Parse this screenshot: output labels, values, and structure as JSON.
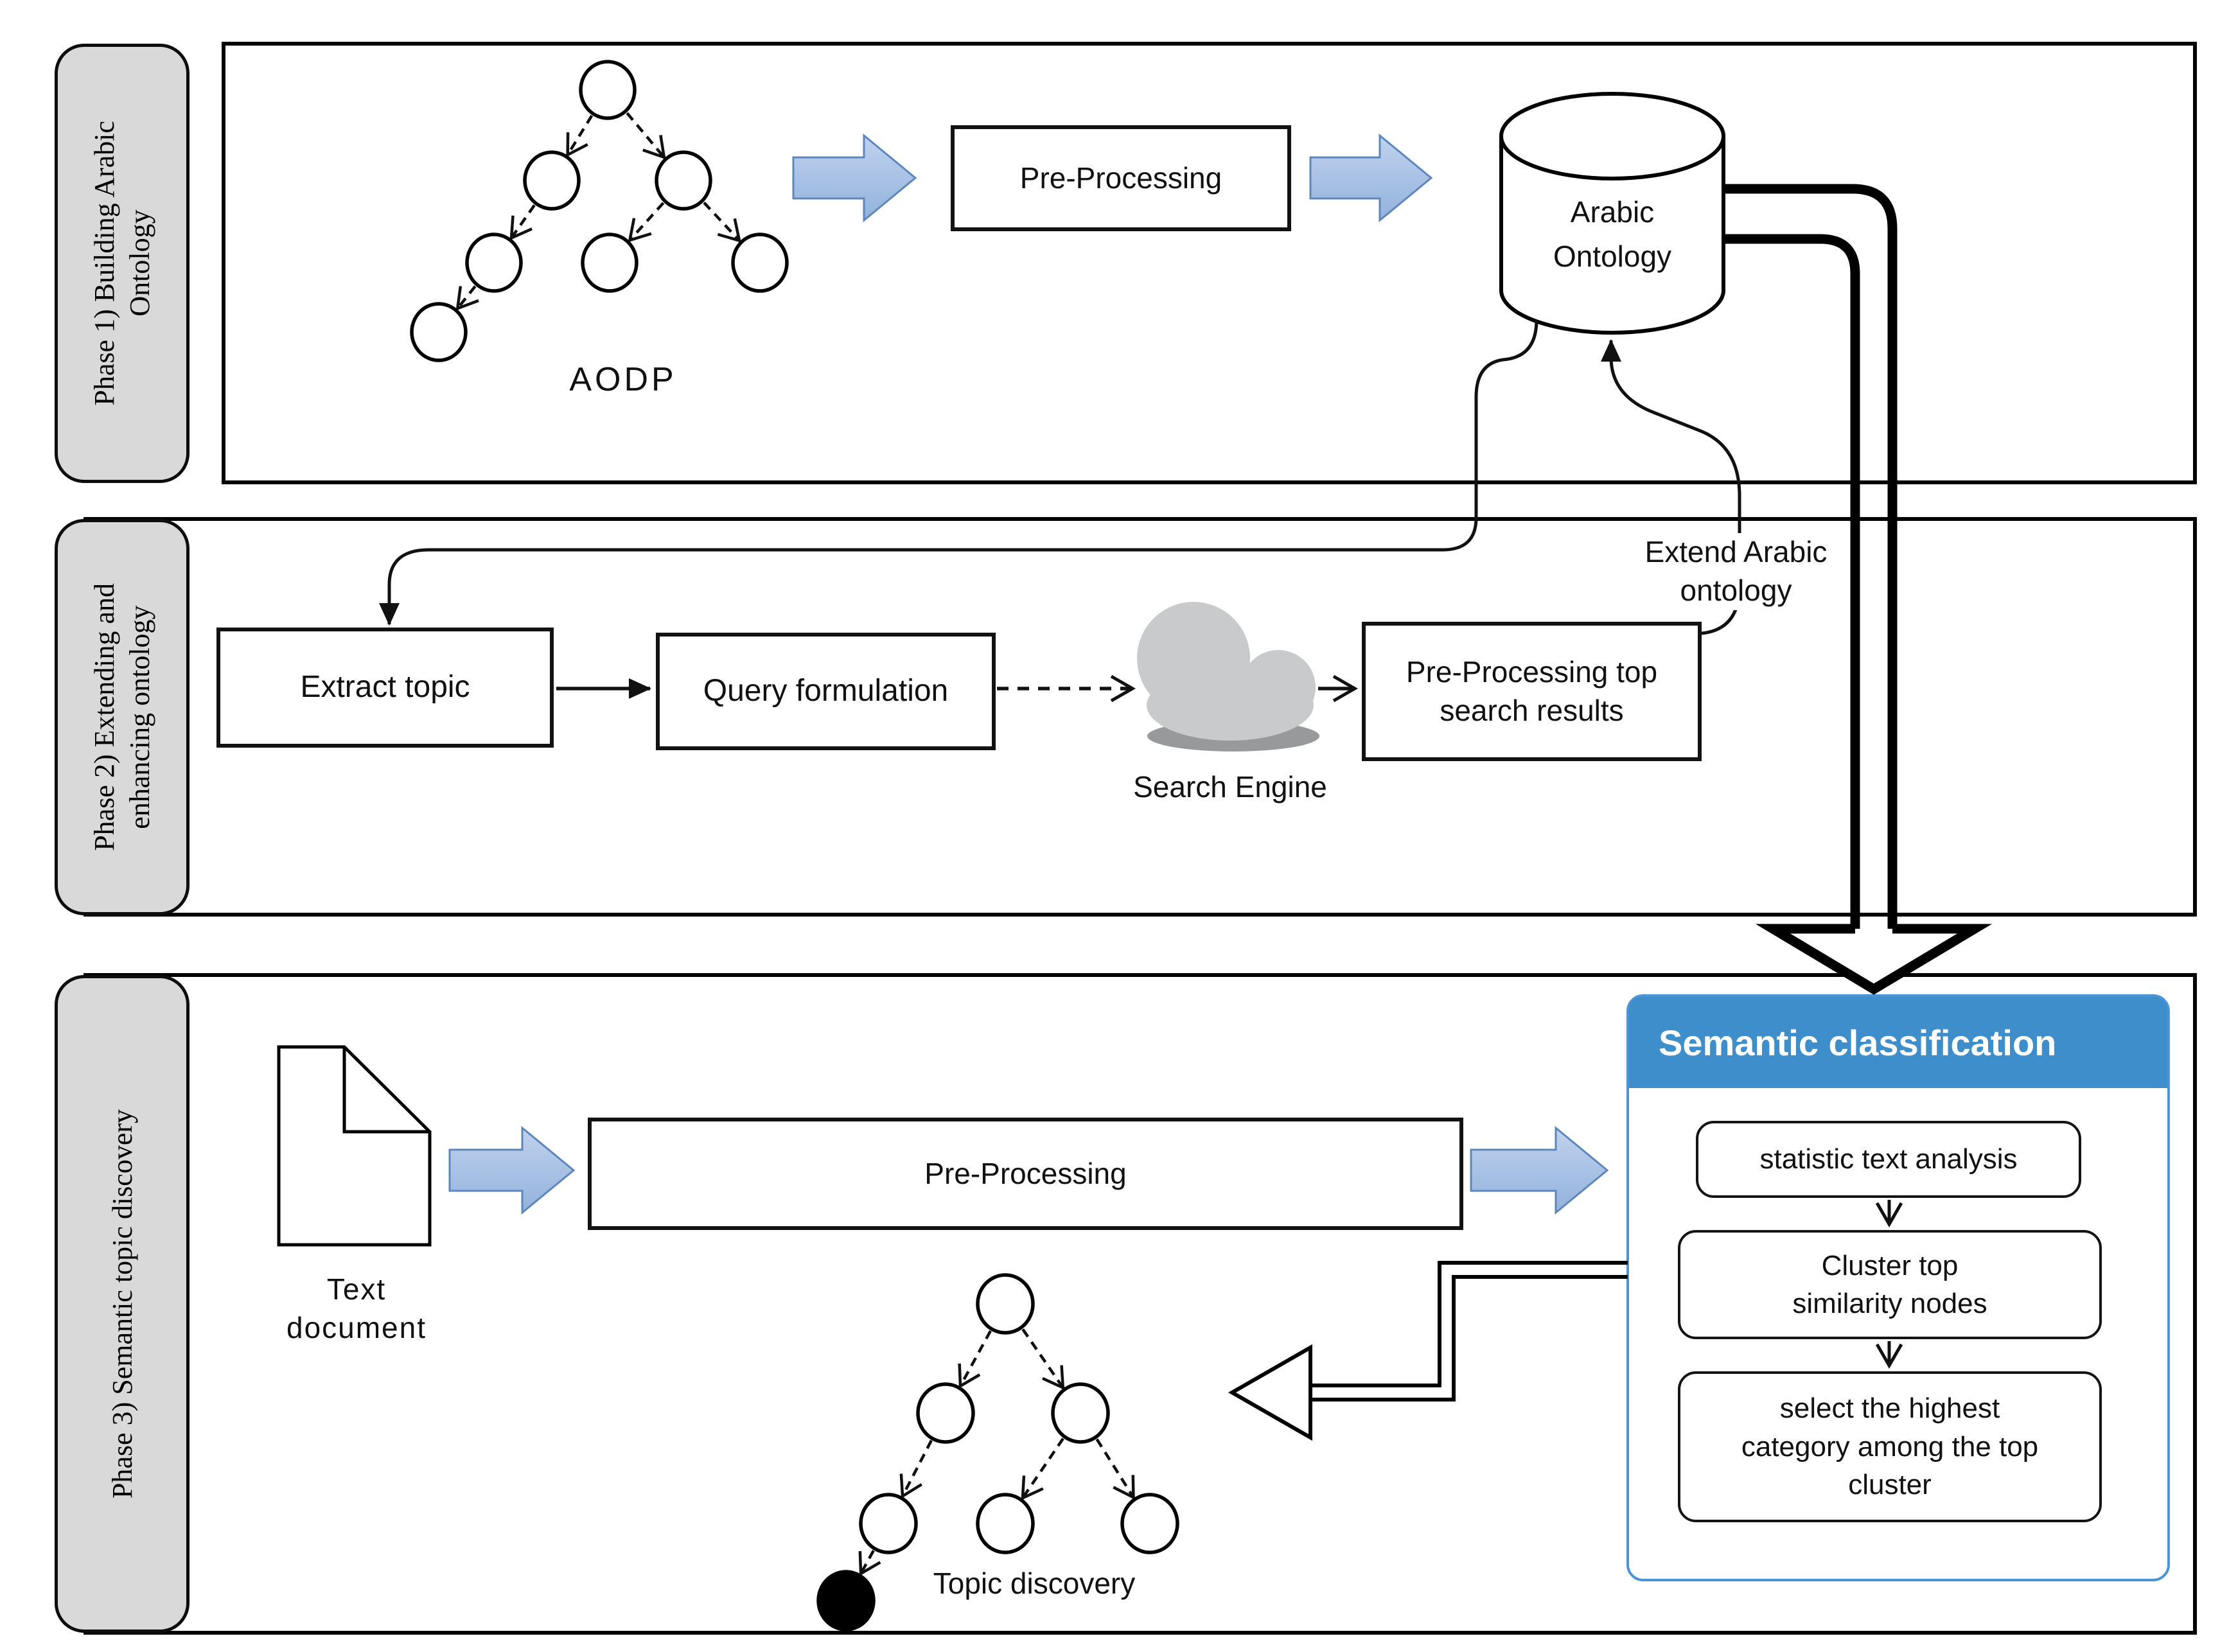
{
  "title": "Semantic topic discovery framework diagram",
  "colors": {
    "panel_header_bg": "#3e8ecb",
    "panel_border": "#4d94d6",
    "block_arrow_fill_top": "#c0d2ee",
    "block_arrow_fill_bottom": "#93b2dc",
    "block_arrow_stroke": "#5d87bb",
    "phase_label_bg": "#d9d9d9",
    "cloud_fill": "#c9cacb",
    "cloud_shadow": "#97999b",
    "line_color": "#111111"
  },
  "phases": [
    {
      "label": "Phase 1) Building Arabic\nOntology"
    },
    {
      "label": "Phase 2) Extending and\nenhancing ontology"
    },
    {
      "label": "Phase 3) Semantic topic discovery"
    }
  ],
  "p1": {
    "aodp": "AODP",
    "preprocessing": "Pre-Processing",
    "db": "Arabic\nOntology"
  },
  "p2": {
    "extract": "Extract topic",
    "query": "Query formulation",
    "search_engine": "Search Engine",
    "top_results": "Pre-Processing top\nsearch results",
    "extend_note": "Extend Arabic\nontology"
  },
  "p3": {
    "text_document": "Text\ndocument",
    "preprocessing": "Pre-Processing",
    "topic_discovery": "Topic discovery",
    "panel": {
      "title": "Semantic classification",
      "steps": [
        "statistic text analysis",
        "Cluster top\nsimilarity nodes",
        "select the highest\ncategory among the top\ncluster"
      ]
    }
  }
}
